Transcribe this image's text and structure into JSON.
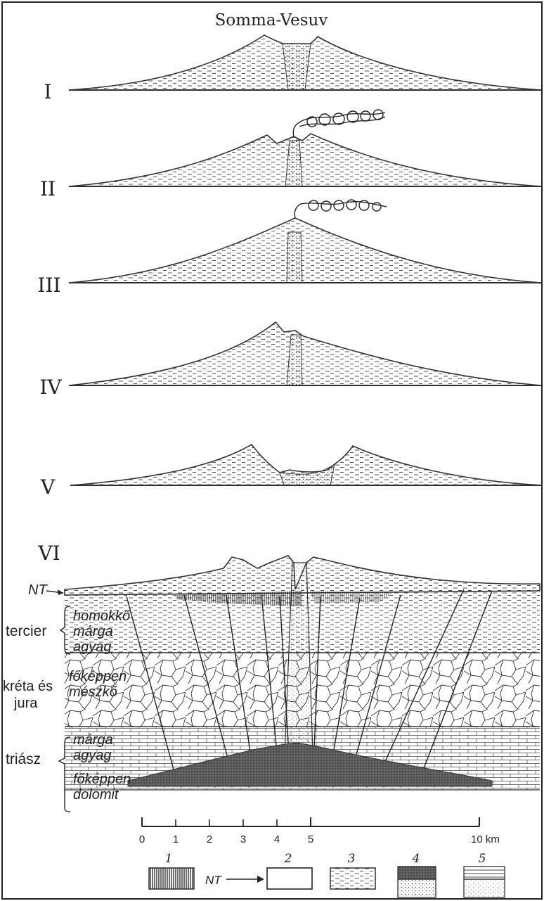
{
  "title": "Somma-Vesuv",
  "stages": [
    {
      "label": "I"
    },
    {
      "label": "II"
    },
    {
      "label": "III"
    },
    {
      "label": "IV"
    },
    {
      "label": "V"
    },
    {
      "label": "VI"
    }
  ],
  "section": {
    "nt_label": "NT",
    "groups": [
      {
        "name": "tercier",
        "lines": [
          "homokkő",
          "márga",
          "agyag"
        ]
      },
      {
        "name_lines": [
          "kréta és",
          "jura"
        ],
        "lines": [
          "főképpen",
          "mészkő"
        ]
      },
      {
        "name": "triász",
        "lines": [
          "márga",
          "agyag",
          "főképpen",
          "dolomit"
        ]
      }
    ]
  },
  "scale": {
    "ticks": [
      "0",
      "1",
      "2",
      "3",
      "4",
      "5"
    ],
    "end_label": "10 km"
  },
  "legend": [
    {
      "number": "1",
      "pattern": "vertical-hatch"
    },
    {
      "number": "2",
      "pattern": "blank",
      "arrow_label": "NT"
    },
    {
      "number": "3",
      "pattern": "dashes"
    },
    {
      "number": "4",
      "pattern": "dark-over-dots"
    },
    {
      "number": "5",
      "pattern": "lines-over-dots"
    }
  ]
}
